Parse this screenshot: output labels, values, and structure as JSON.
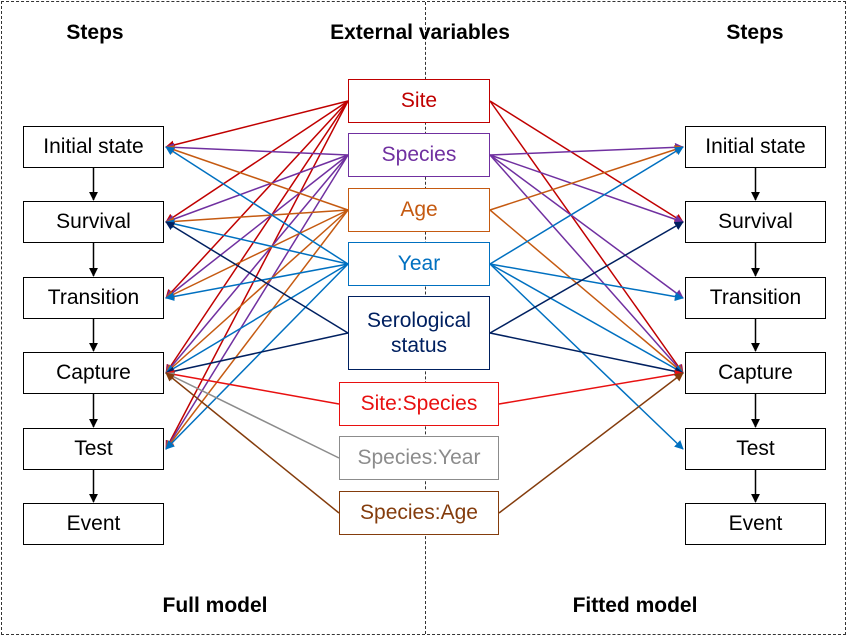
{
  "headings": {
    "steps_left": "Steps",
    "external": "External variables",
    "steps_right": "Steps",
    "full_model": "Full model",
    "fitted_model": "Fitted model"
  },
  "steps": [
    "Initial state",
    "Survival",
    "Transition",
    "Capture",
    "Test",
    "Event"
  ],
  "variables": [
    {
      "label": "Site",
      "color": "#c00000"
    },
    {
      "label": "Species",
      "color": "#7030a0"
    },
    {
      "label": "Age",
      "color": "#c55a11"
    },
    {
      "label": "Year",
      "color": "#0070c0"
    },
    {
      "label": "Serological status",
      "color": "#002060"
    },
    {
      "label": "Site:Species",
      "color": "#e81010"
    },
    {
      "label": "Species:Year",
      "color": "#8c8c8c"
    },
    {
      "label": "Species:Age",
      "color": "#843c0c"
    }
  ],
  "full_model_links": {
    "Site": [
      "Initial state",
      "Survival",
      "Transition",
      "Capture",
      "Test"
    ],
    "Species": [
      "Initial state",
      "Survival",
      "Transition",
      "Capture",
      "Test"
    ],
    "Age": [
      "Initial state",
      "Survival",
      "Transition",
      "Capture",
      "Test"
    ],
    "Year": [
      "Initial state",
      "Survival",
      "Transition",
      "Capture",
      "Test"
    ],
    "Serological status": [
      "Survival",
      "Capture"
    ],
    "Site:Species": [
      "Capture"
    ],
    "Species:Year": [
      "Capture"
    ],
    "Species:Age": [
      "Capture"
    ]
  },
  "fitted_model_links": {
    "Site": [
      "Survival",
      "Capture"
    ],
    "Species": [
      "Initial state",
      "Survival",
      "Transition",
      "Capture"
    ],
    "Age": [
      "Initial state",
      "Capture"
    ],
    "Year": [
      "Initial state",
      "Transition",
      "Capture",
      "Test"
    ],
    "Serological status": [
      "Survival",
      "Capture"
    ],
    "Site:Species": [
      "Capture"
    ],
    "Species:Age": [
      "Capture"
    ]
  }
}
